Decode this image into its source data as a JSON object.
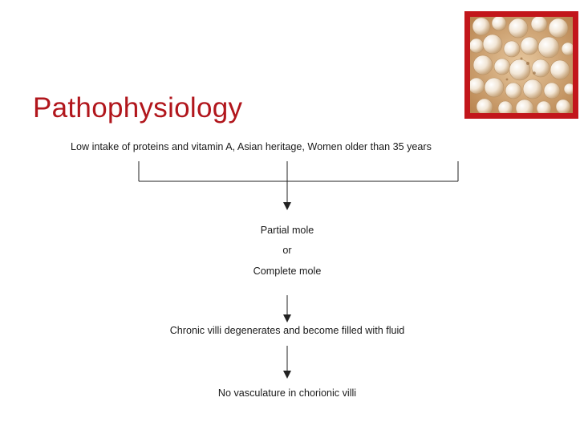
{
  "slide": {
    "title": "Pathophysiology",
    "accent_color": "#b1161c",
    "photo": {
      "icon": "molar-pregnancy-vesicles-photo",
      "frame_color": "#c2161b"
    }
  },
  "flow": {
    "risk_factors": "Low intake of proteins and vitamin A, Asian heritage, Women older than 35 years",
    "partial_mole": "Partial mole",
    "or": "or",
    "complete_mole": "Complete mole",
    "villi_degenerate": "Chronic villi degenerates and become filled with fluid",
    "no_vasculature": "No vasculature in chorionic villi"
  }
}
